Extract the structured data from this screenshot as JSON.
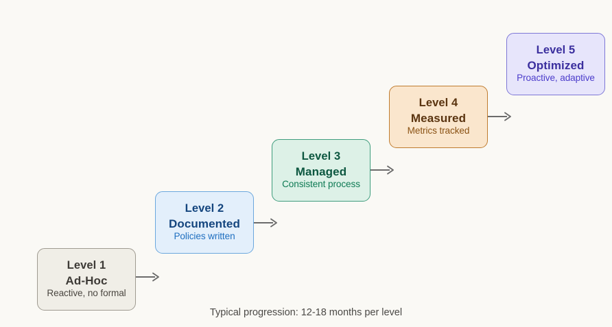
{
  "diagram": {
    "caption": "Typical progression: 12-18 months per level",
    "background_color": "#faf9f5",
    "arrow_color": "#6b6b6b",
    "levels": [
      {
        "number": "Level 1",
        "name": "Ad-Hoc",
        "description": "Reactive, no formal",
        "fill_color": "#f0eee7",
        "border_color": "#9e9a90",
        "text_color": "#3d3a36"
      },
      {
        "number": "Level 2",
        "name": "Documented",
        "description": "Policies written",
        "fill_color": "#e3effb",
        "border_color": "#6aa7dd",
        "text_color": "#14457e"
      },
      {
        "number": "Level 3",
        "name": "Managed",
        "description": "Consistent process",
        "fill_color": "#ddf1e7",
        "border_color": "#3e9c7c",
        "text_color": "#0d5740"
      },
      {
        "number": "Level 4",
        "name": "Measured",
        "description": "Metrics tracked",
        "fill_color": "#fae6cd",
        "border_color": "#bf7b2e",
        "text_color": "#5a3410"
      },
      {
        "number": "Level 5",
        "name": "Optimized",
        "description": "Proactive, adaptive",
        "fill_color": "#e7e5fb",
        "border_color": "#7d76d6",
        "text_color": "#3b2f9e"
      }
    ],
    "connectors": [
      {
        "from": "Level 1",
        "to": "Level 2"
      },
      {
        "from": "Level 2",
        "to": "Level 3"
      },
      {
        "from": "Level 3",
        "to": "Level 4"
      },
      {
        "from": "Level 4",
        "to": "Level 5"
      }
    ]
  }
}
